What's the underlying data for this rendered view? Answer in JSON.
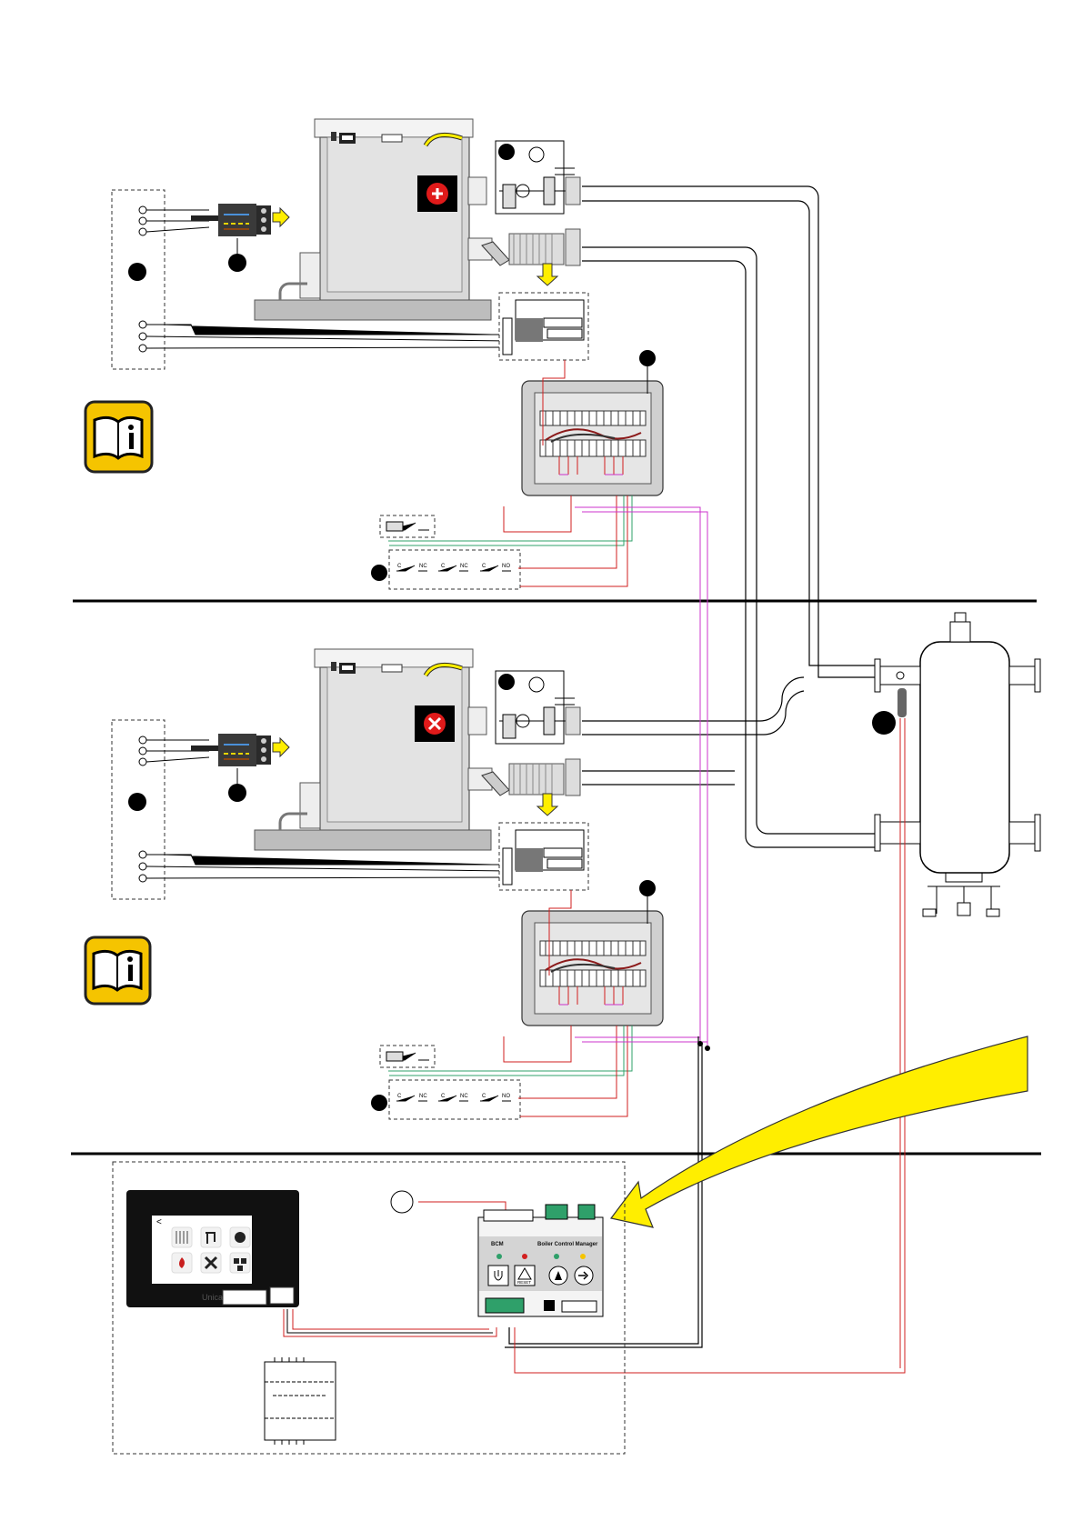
{
  "diagram": {
    "bcm_panel": {
      "short_label": "BCM",
      "title": "Boiler Control Manager",
      "reset_label": "RESET"
    },
    "touch_display": {
      "brand": "Unical",
      "back_glyph": "<",
      "icons": [
        "radiator-icon",
        "tap-icon",
        "sun-icon",
        "flame-icon",
        "tools-icon",
        "network-icon"
      ]
    },
    "boiler_status_icons": [
      "add-icon",
      "remove-icon"
    ],
    "relay_contacts": {
      "c1": "C",
      "nc1": "NC",
      "c2": "C",
      "nc2": "NC",
      "c3": "C",
      "no": "NO"
    },
    "colors": {
      "wire_red": "#d21f1f",
      "wire_green": "#2fa06a",
      "wire_magenta": "#cc33cc",
      "info_yellow": "#f5c400",
      "arrow_yellow": "#ffee00"
    }
  }
}
